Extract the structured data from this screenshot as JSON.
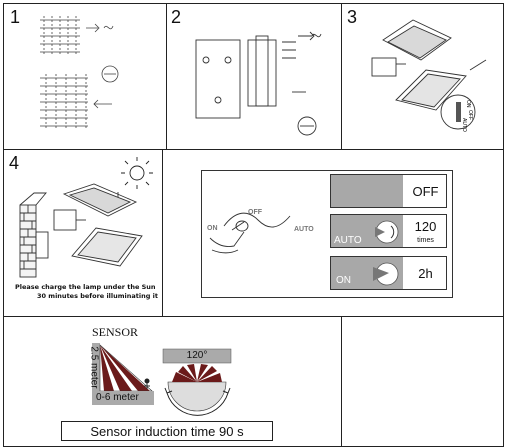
{
  "steps": {
    "s1": "1",
    "s2": "2",
    "s3": "3",
    "s4": "4"
  },
  "step3_switch_labels": {
    "on": "ON",
    "off": "OFF",
    "auto": "AUTO"
  },
  "step4_note": {
    "line1": "Please charge the lamp under the Sun",
    "line2": "30 minutes before illuminating it"
  },
  "mode_panel": {
    "switch_labels": {
      "on": "ON",
      "off": "OFF",
      "auto": "AUTO"
    },
    "rows": [
      {
        "label": "",
        "value": "OFF",
        "sub": ""
      },
      {
        "label": "AUTO",
        "value": "120",
        "sub": "times"
      },
      {
        "label": "ON",
        "value": "2h",
        "sub": ""
      }
    ]
  },
  "sensor": {
    "title": "SENSOR",
    "height": "2.5 meter",
    "distance": "0-6 meter",
    "angle": "120°",
    "induction_time": "Sensor induction time 90 s"
  },
  "colors": {
    "border": "#222222",
    "panel_gray": "#a8a8a8",
    "sensor_red": "#6b1a1a"
  }
}
